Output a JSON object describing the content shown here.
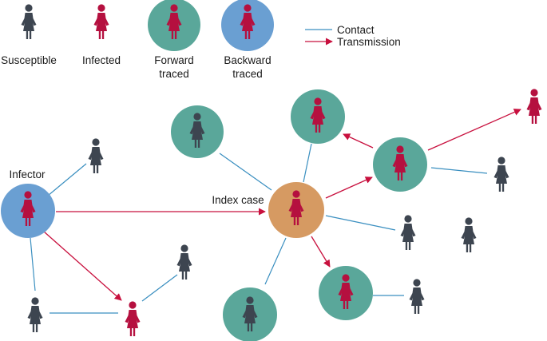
{
  "legend": {
    "susceptible": "Susceptible",
    "infected": "Infected",
    "forward_traced": [
      "Forward",
      "traced"
    ],
    "backward_traced": [
      "Backward",
      "traced"
    ],
    "contact": "Contact",
    "transmission": "Transmission"
  },
  "labels": {
    "infector": "Infector",
    "index_case": "Index case"
  },
  "colors": {
    "susceptible": "#3d4550",
    "infected": "#b5103f",
    "forward_traced": "#5aa79a",
    "backward_traced": "#6a9fd2",
    "index_case": "#d69a62",
    "contact": "#3a8fc0",
    "transmission": "#c8103e"
  }
}
